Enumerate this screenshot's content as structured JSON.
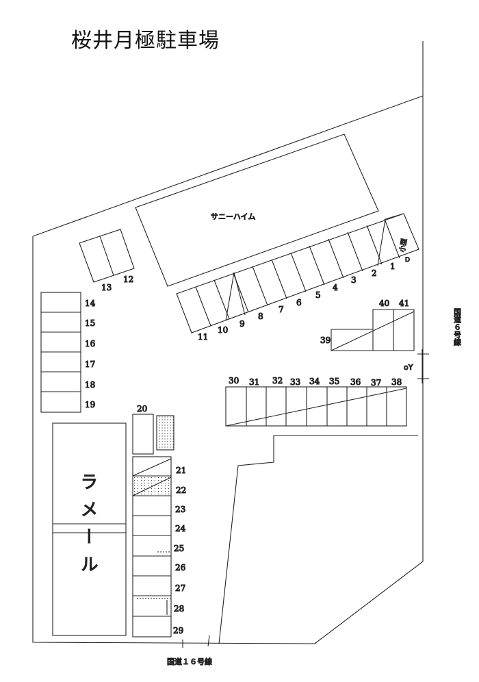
{
  "title": "桜井月極駐車場",
  "building_name": "サニーハイム",
  "road_bottom": "国道１６号線",
  "road_right": "国道６号線",
  "hand_side_note": "ラメール",
  "hand_note_small": "小型",
  "hand_note_d": "D",
  "hand_note_oy": "oY",
  "spaces": {
    "s1": "1",
    "s2": "2",
    "s3": "3",
    "s4": "4",
    "s5": "5",
    "s6": "6",
    "s7": "7",
    "s8": "8",
    "s9": "9",
    "s10": "10",
    "s11": "11",
    "s12": "12",
    "s13": "13",
    "s14": "14",
    "s15": "15",
    "s16": "16",
    "s17": "17",
    "s18": "18",
    "s19": "19",
    "s20": "20",
    "s21": "21",
    "s22": "22",
    "s23": "23",
    "s24": "24",
    "s25": "25",
    "s26": "26",
    "s27": "27",
    "s28": "28",
    "s29": "29",
    "s30": "30",
    "s31": "31",
    "s32": "32",
    "s33": "33",
    "s34": "34",
    "s35": "35",
    "s36": "36",
    "s37": "37",
    "s38": "38",
    "s39": "39",
    "s40": "40",
    "s41": "41"
  }
}
